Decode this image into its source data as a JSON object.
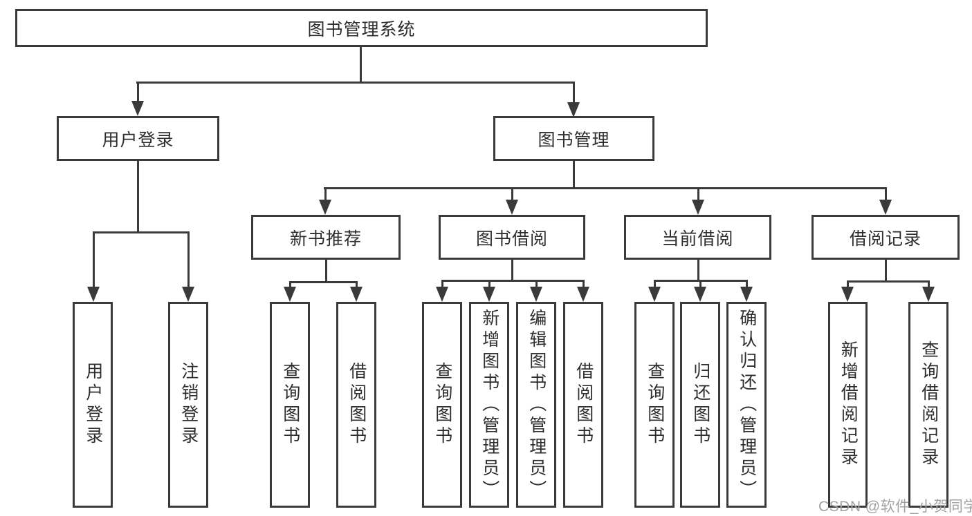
{
  "colors": {
    "line": "#3a3a3a",
    "text": "#2e2e2e",
    "background": "#ffffff",
    "watermark": "#a2a2a2"
  },
  "watermark": {
    "text": "CSDN @软件_小贺同学"
  },
  "tree": {
    "root": {
      "label": "图书管理系统"
    },
    "level1": [
      {
        "label": "用户登录",
        "leaves": [
          "用户登录",
          "注销登录"
        ]
      },
      {
        "label": "图书管理",
        "groups": [
          {
            "label": "新书推荐",
            "leaves": [
              "查询图书",
              "借阅图书"
            ]
          },
          {
            "label": "图书借阅",
            "leaves": [
              "查询图书",
              "新增图书（管理员）",
              "编辑图书（管理员）",
              "借阅图书"
            ]
          },
          {
            "label": "当前借阅",
            "leaves": [
              "查询图书",
              "归还图书",
              "确认归还（管理员）"
            ]
          },
          {
            "label": "借阅记录",
            "leaves": [
              "新增借阅记录",
              "查询借阅记录"
            ]
          }
        ]
      }
    ]
  }
}
